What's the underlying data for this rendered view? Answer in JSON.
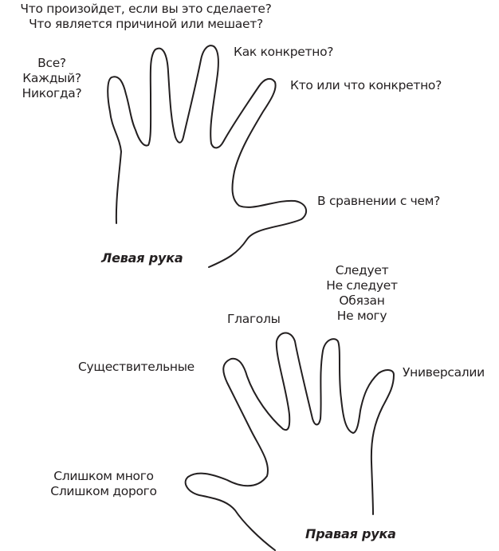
{
  "left_hand": {
    "caption": "Левая рука",
    "top_questions": [
      "Что произойдет, если вы это сделаете?",
      "Что является причиной или мешает?"
    ],
    "pinky_labels": [
      "Все?",
      "Каждый?",
      "Никогда?"
    ],
    "middle_label": "Как конкретно?",
    "index_label": "Кто или что конкретно?",
    "thumb_label": "В сравнении с чем?"
  },
  "right_hand": {
    "caption": "Правая рука",
    "modal_labels": [
      "Следует",
      "Не следует",
      "Обязан",
      "Не могу"
    ],
    "ring_label": "Глаголы",
    "pinky_label": "Существительные",
    "index_label": "Универсалии",
    "thumb_labels": [
      "Слишком много",
      "Слишком дорого"
    ]
  },
  "colors": {
    "ink": "#231f20",
    "background": "#ffffff"
  }
}
